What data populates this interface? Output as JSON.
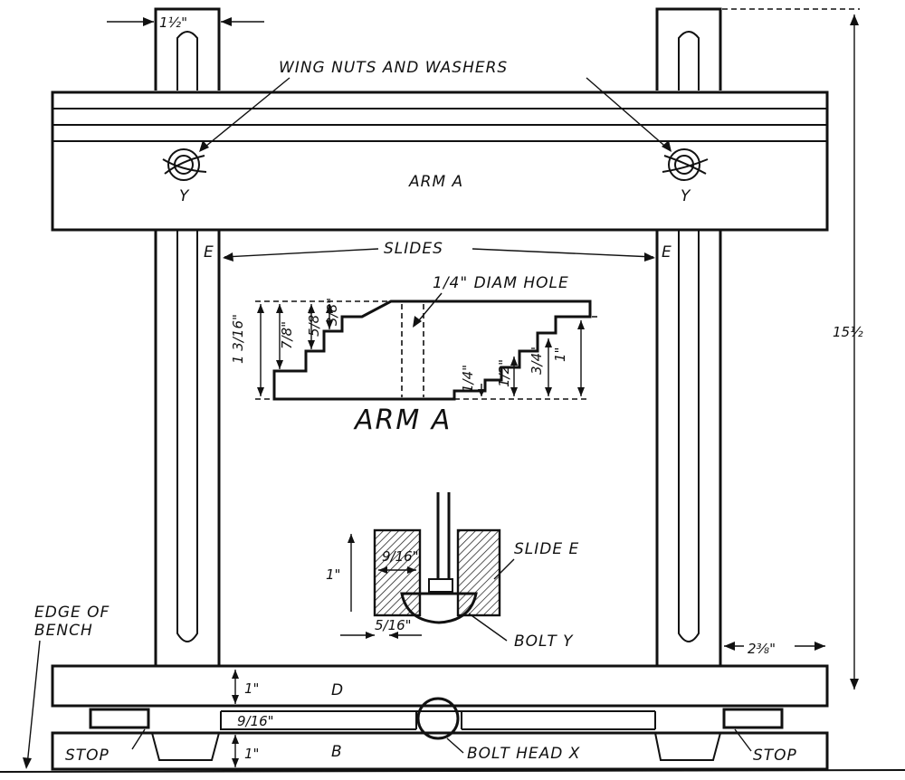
{
  "labels": {
    "wing_nuts": "WING NUTS AND WASHERS",
    "arm_a": "ARM A",
    "y_left": "Y",
    "y_right": "Y",
    "slides": "SLIDES",
    "e_left": "E",
    "e_right": "E",
    "diam_hole": "1/4\" DIAM HOLE",
    "arm_a_section": "ARM A",
    "slide_e": "SLIDE E",
    "bolt_y": "BOLT Y",
    "edge_of_bench_1": "EDGE OF",
    "edge_of_bench_2": "BENCH",
    "d": "D",
    "b": "B",
    "bolt_head": "BOLT HEAD X",
    "stop_left": "STOP",
    "stop_right": "STOP"
  },
  "dimensions": {
    "top_width": "1½\"",
    "overall_height": "15½",
    "slide_width": "2⅜\"",
    "d_thick": "1\"",
    "gap": "9/16\"",
    "b_thick": "1\"",
    "step_1_3_16": "1 3/16\"",
    "step_7_8": "7/8\"",
    "step_5_8": "5/8\"",
    "step_3_8": "3/8\"",
    "step_1_4": "1/4\"",
    "step_1_2": "1/2\"",
    "step_3_4": "3/4\"",
    "step_1": "1\"",
    "slide_9_16": "9/16\"",
    "slide_1": "1\"",
    "slide_5_16": "5/16\""
  }
}
